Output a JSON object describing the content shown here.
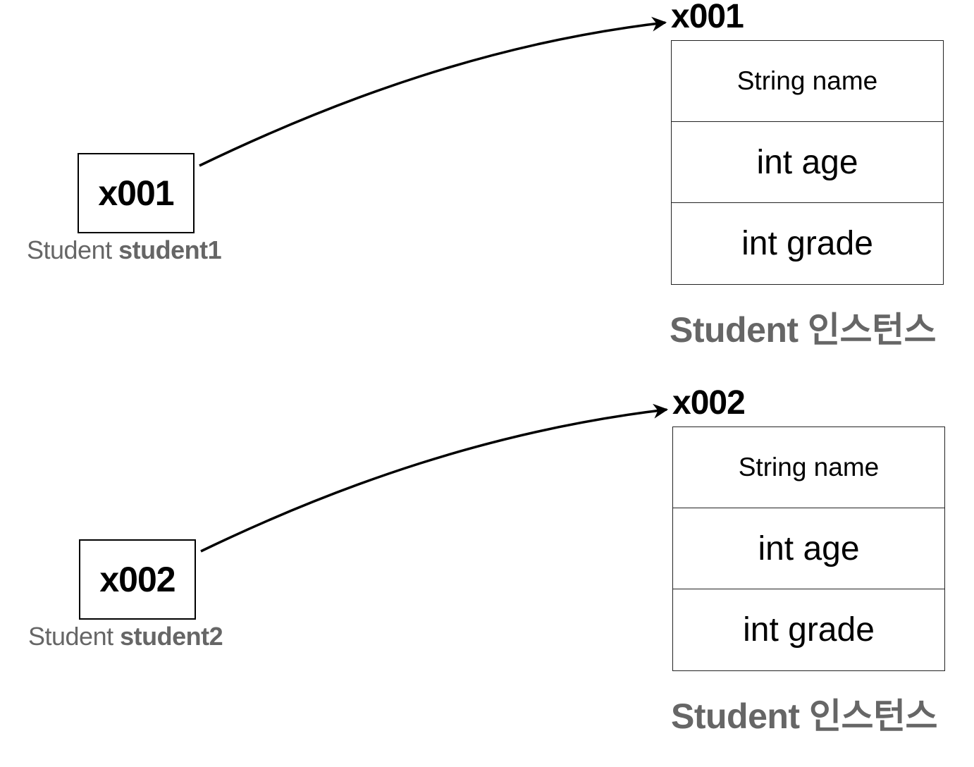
{
  "groups": [
    {
      "reference": {
        "value": "x001",
        "type_text": "Student",
        "var_name": "student1"
      },
      "instance": {
        "address": "x001",
        "fields": [
          "String name",
          "int age",
          "int grade"
        ],
        "label": "Student 인스턴스"
      }
    },
    {
      "reference": {
        "value": "x002",
        "type_text": "Student",
        "var_name": "student2"
      },
      "instance": {
        "address": "x002",
        "fields": [
          "String name",
          "int age",
          "int grade"
        ],
        "label": "Student 인스턴스"
      }
    }
  ]
}
